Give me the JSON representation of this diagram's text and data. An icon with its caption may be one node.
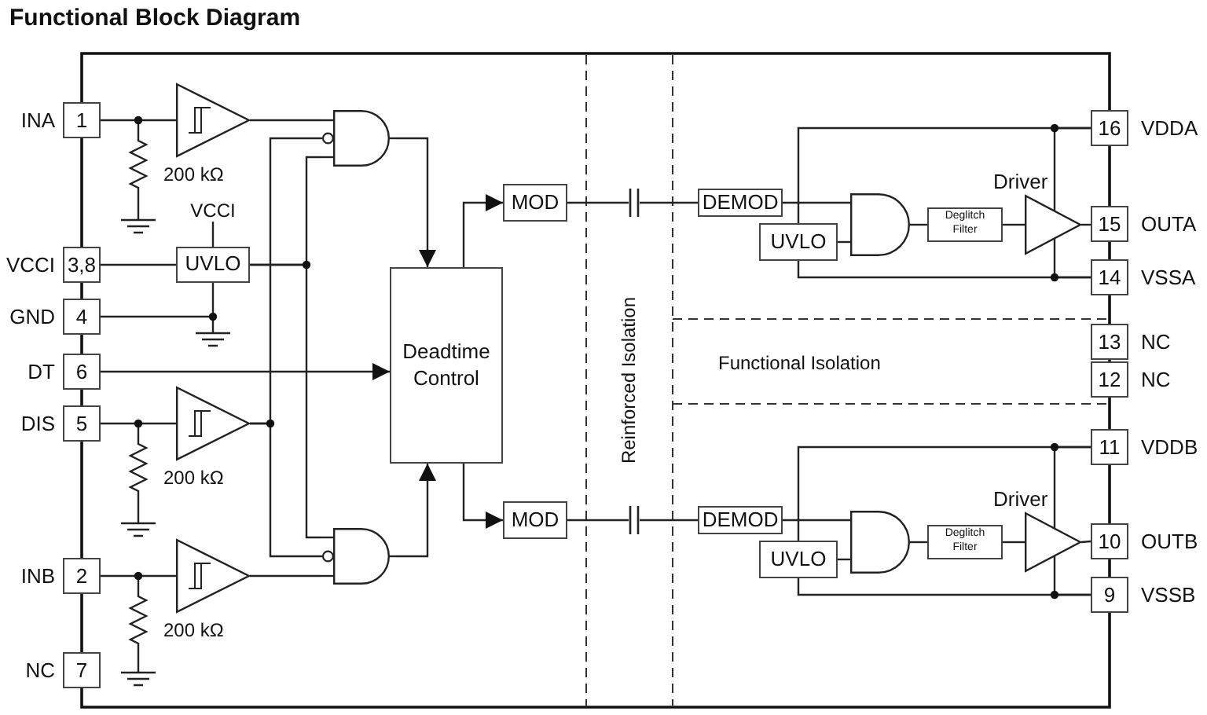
{
  "diagram": {
    "title": "Functional Block Diagram",
    "nodes": [
      {
        "text": [
          "1"
        ],
        "beside": [
          "INA"
        ]
      },
      {
        "text": [
          "3,8"
        ],
        "beside": [
          "VCCI"
        ]
      },
      {
        "text": [
          "4"
        ],
        "beside": [
          "GND"
        ]
      },
      {
        "text": [
          "6"
        ],
        "beside": [
          "DT"
        ]
      },
      {
        "text": [
          "5"
        ],
        "beside": [
          "DIS"
        ]
      },
      {
        "text": [
          "2"
        ],
        "beside": [
          "INB"
        ]
      },
      {
        "text": [
          "7"
        ],
        "beside": [
          "NC"
        ]
      },
      {
        "text": [],
        "shape": "triangle"
      },
      {
        "text": [
          "VCCI"
        ]
      },
      {
        "text": [
          "UVLO"
        ]
      },
      {
        "text": [],
        "shape": "triangle"
      },
      {
        "text": [],
        "shape": "triangle"
      },
      {
        "text": [],
        "shape": "gate"
      },
      {
        "text": [],
        "shape": "gate"
      },
      {
        "text": [
          "Deadtime Control"
        ]
      },
      {
        "text": [
          "MOD"
        ]
      },
      {
        "text": [
          "MOD"
        ]
      },
      {
        "text": [
          "DEMOD"
        ]
      },
      {
        "text": [
          "UVLO"
        ]
      },
      {
        "text": [],
        "shape": "gate"
      },
      {
        "text": [
          "Deglitch Filter"
        ]
      },
      {
        "text": [
          "Driver"
        ]
      },
      {
        "text": [
          "DEMOD"
        ]
      },
      {
        "text": [
          "UVLO"
        ]
      },
      {
        "text": [],
        "shape": "gate"
      },
      {
        "text": [
          "Deglitch Filter"
        ]
      },
      {
        "text": [
          "Driver"
        ]
      },
      {
        "text": [
          "16"
        ],
        "beside": [
          "VDDA"
        ]
      },
      {
        "text": [
          "15"
        ],
        "beside": [
          "OUTA"
        ]
      },
      {
        "text": [
          "14"
        ],
        "beside": [
          "VSSA"
        ]
      },
      {
        "text": [
          "13"
        ],
        "beside": [
          "NC"
        ]
      },
      {
        "text": [
          "12"
        ],
        "beside": [
          "NC"
        ]
      },
      {
        "text": [
          "11"
        ],
        "beside": [
          "VDDB"
        ]
      },
      {
        "text": [
          "10"
        ],
        "beside": [
          "OUTB"
        ]
      },
      {
        "text": [
          "9"
        ],
        "beside": [
          "VSSB"
        ]
      },
      {
        "text": [],
        "shape": "capacitor"
      },
      {
        "text": [],
        "shape": "capacitor"
      }
    ],
    "edges": [
      {
        "from": 0,
        "to": 7,
        "arrow": "none"
      },
      {
        "from": 1,
        "to": 9,
        "arrow": "none"
      },
      {
        "from": 3,
        "to": 14,
        "arrow": "to"
      },
      {
        "from": 4,
        "to": 10,
        "arrow": "none"
      },
      {
        "from": 5,
        "to": 11,
        "arrow": "none"
      },
      {
        "from": 7,
        "to": 12,
        "arrow": "none"
      },
      {
        "from": 11,
        "to": 13,
        "arrow": "none"
      },
      {
        "from": 10,
        "to": 12,
        "arrow": "none"
      },
      {
        "from": 10,
        "to": 13,
        "arrow": "none"
      },
      {
        "from": 9,
        "to": 12,
        "arrow": "none"
      },
      {
        "from": 9,
        "to": 13,
        "arrow": "none"
      },
      {
        "from": 2,
        "to": 9,
        "arrow": "none"
      },
      {
        "from": 12,
        "to": 14,
        "arrow": "to"
      },
      {
        "from": 13,
        "to": 14,
        "arrow": "to"
      },
      {
        "from": 14,
        "to": 15,
        "arrow": "to"
      },
      {
        "from": 14,
        "to": 16,
        "arrow": "to"
      },
      {
        "from": 15,
        "to": 35,
        "arrow": "none"
      },
      {
        "from": 16,
        "to": 36,
        "arrow": "none"
      },
      {
        "from": 17,
        "to": 19,
        "arrow": "none"
      },
      {
        "from": 18,
        "to": 19,
        "arrow": "none"
      },
      {
        "from": 19,
        "to": 20,
        "arrow": "none"
      },
      {
        "from": 20,
        "to": 21,
        "arrow": "none"
      },
      {
        "from": 21,
        "to": 28,
        "arrow": "none"
      },
      {
        "from": 27,
        "to": 18,
        "arrow": "none"
      },
      {
        "from": 29,
        "to": 18,
        "arrow": "none"
      },
      {
        "from": 27,
        "to": 21,
        "arrow": "none"
      },
      {
        "from": 29,
        "to": 21,
        "arrow": "none"
      },
      {
        "from": 22,
        "to": 24,
        "arrow": "none"
      },
      {
        "from": 23,
        "to": 24,
        "arrow": "none"
      },
      {
        "from": 24,
        "to": 25,
        "arrow": "none"
      },
      {
        "from": 25,
        "to": 26,
        "arrow": "none"
      },
      {
        "from": 26,
        "to": 33,
        "arrow": "none"
      },
      {
        "from": 32,
        "to": 23,
        "arrow": "none"
      },
      {
        "from": 34,
        "to": 23,
        "arrow": "none"
      },
      {
        "from": 32,
        "to": 26,
        "arrow": "none"
      },
      {
        "from": 34,
        "to": 26,
        "arrow": "none"
      },
      {
        "from": 8,
        "to": 9,
        "arrow": "none"
      },
      {
        "from": 35,
        "to": 17,
        "arrow": "none"
      },
      {
        "from": 36,
        "to": 22,
        "arrow": "none"
      }
    ],
    "labels": [
      "200 kΩ",
      "Reinforced Isolation",
      "Functional Isolation",
      "200 kΩ",
      "200 kΩ"
    ]
  }
}
